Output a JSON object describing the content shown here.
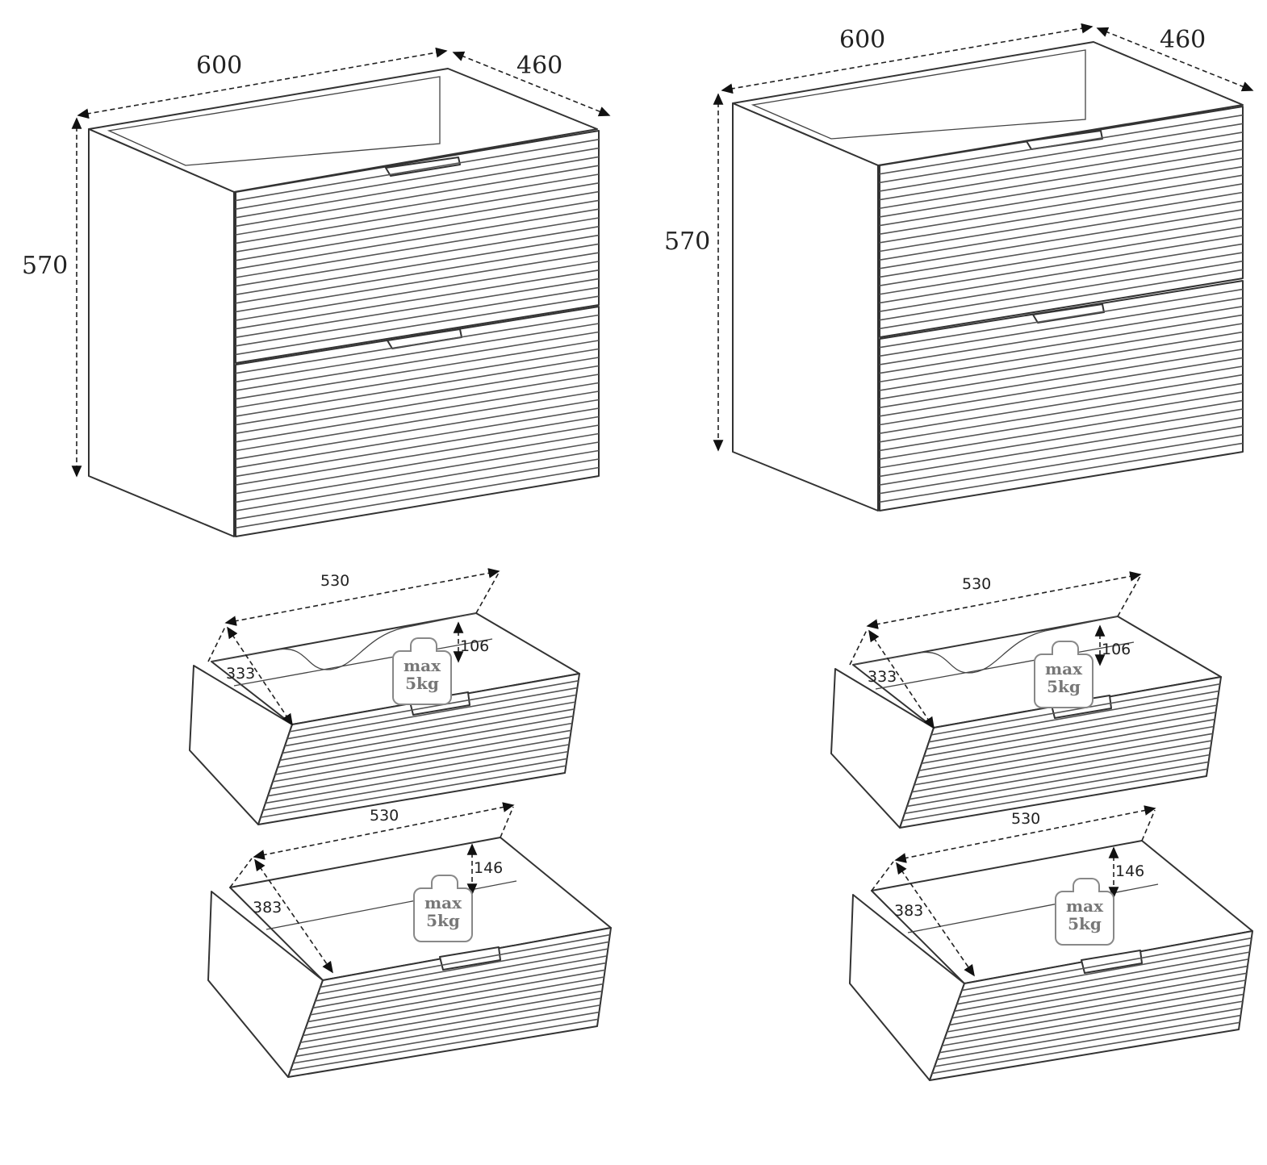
{
  "cabinets": [
    {
      "width": "600",
      "depth": "460",
      "height": "570"
    },
    {
      "width": "600",
      "depth": "460",
      "height": "570"
    }
  ],
  "drawers": [
    {
      "width": "530",
      "depth": "333",
      "height": "106",
      "load": "max 5kg"
    },
    {
      "width": "530",
      "depth": "383",
      "height": "146",
      "load": "max 5kg"
    },
    {
      "width": "530",
      "depth": "333",
      "height": "106",
      "load": "max 5kg"
    },
    {
      "width": "530",
      "depth": "383",
      "height": "146",
      "load": "max 5kg"
    }
  ],
  "load_label": {
    "max": "max",
    "kg": "5kg"
  }
}
